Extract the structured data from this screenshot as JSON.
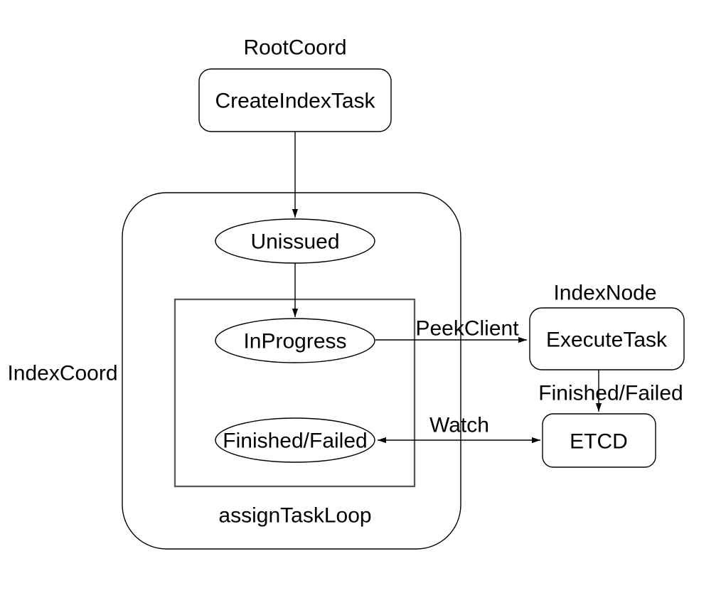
{
  "diagram": {
    "groups": {
      "root_coord": "RootCoord",
      "index_coord": "IndexCoord",
      "index_node": "IndexNode",
      "assign_task_loop": "assignTaskLoop"
    },
    "nodes": {
      "create_index_task": "CreateIndexTask",
      "unissued": "Unissued",
      "in_progress": "InProgress",
      "finished_failed": "Finished/Failed",
      "execute_task": "ExecuteTask",
      "etcd": "ETCD"
    },
    "edges": {
      "peek_client": "PeekClient",
      "finished_failed": "Finished/Failed",
      "watch": "Watch"
    },
    "colors": {
      "background": "#ffffff",
      "stroke": "#000000",
      "inner_box_stroke": "#595959",
      "text": "#000000"
    }
  }
}
